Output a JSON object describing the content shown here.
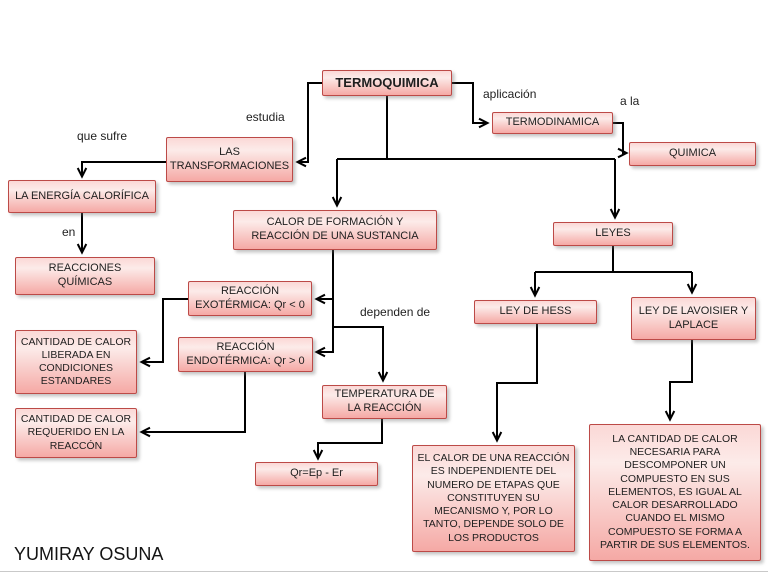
{
  "slide": {
    "author": "YUMIRAY OSUNA"
  },
  "colors": {
    "node_border": "#BC4A47",
    "node_fill_top": "#FBD8D6",
    "node_fill_bottom": "#F5A9A5",
    "connector": "#000000",
    "background": "#FFFFFF"
  },
  "nodes": {
    "termoquimica": {
      "label": "TERMOQUIMICA"
    },
    "termodinamica": {
      "label": "TERMODINAMICA"
    },
    "quimica": {
      "label": "QUIMICA"
    },
    "transformaciones": {
      "label": "LAS TRANSFORMACIONES"
    },
    "energia_calorifica": {
      "label": "LA ENERGÍA CALORÍFICA"
    },
    "calor_formacion": {
      "label": "CALOR DE FORMACIÓN Y REACCIÓN DE UNA SUSTANCIA"
    },
    "leyes": {
      "label": "LEYES"
    },
    "reacciones_quimicas": {
      "label": "REACCIONES QUÍMICAS"
    },
    "reaccion_exotermica": {
      "label": "REACCIÓN EXOTÉRMICA: Qr < 0"
    },
    "ley_hess": {
      "label": "LEY DE HESS"
    },
    "ley_lavoisier": {
      "label": "LEY DE LAVOISIER Y LAPLACE"
    },
    "cantidad_liberada": {
      "label": "CANTIDAD DE CALOR LIBERADA EN CONDICIONES ESTANDARES"
    },
    "reaccion_endotermica": {
      "label": "REACCIÓN ENDOTÉRMICA: Qr > 0"
    },
    "temperatura": {
      "label": "TEMPERATURA DE LA REACCIÓN"
    },
    "cantidad_requerida": {
      "label": "CANTIDAD DE CALOR REQUERIDO EN LA REACCÓN"
    },
    "qr_formula": {
      "label": "Qr=Ep - Er"
    },
    "calor_independiente": {
      "label": "EL CALOR DE UNA REACCIÓN ES INDEPENDIENTE DEL NUMERO DE ETAPAS QUE CONSTITUYEN SU MECANISMO Y, POR LO TANTO, DEPENDE SOLO DE LOS PRODUCTOS"
    },
    "cantidad_descomponer": {
      "label": "LA CANTIDAD DE CALOR NECESARIA PARA DESCOMPONER UN COMPUESTO EN SUS ELEMENTOS, ES IGUAL AL CALOR DESARROLLADO CUANDO EL MISMO COMPUESTO SE FORMA A PARTIR DE SUS ELEMENTOS."
    }
  },
  "edge_labels": {
    "aplicacion": "aplicación",
    "a_la": "a la",
    "estudia": "estudia",
    "que_sufre": "que sufre",
    "en": "en",
    "dependen_de": "dependen de"
  }
}
